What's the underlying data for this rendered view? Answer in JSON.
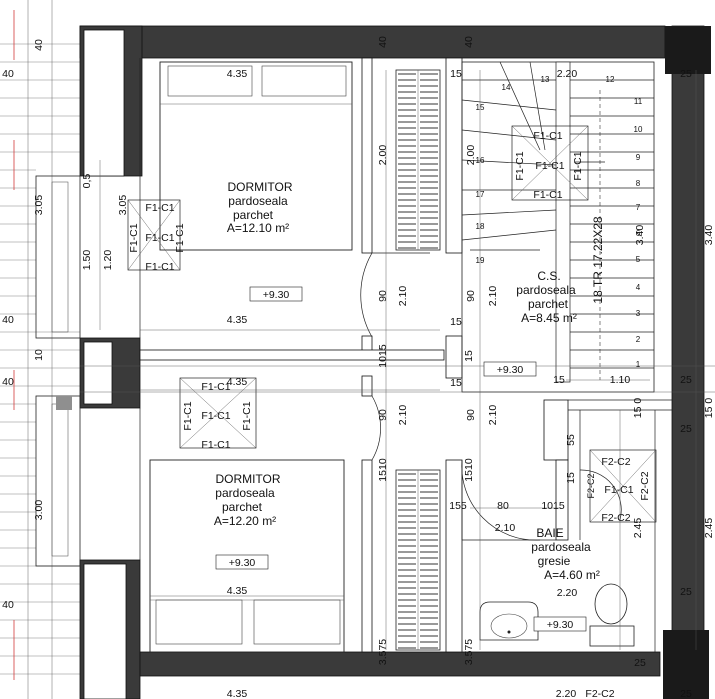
{
  "rooms": {
    "top_bedroom": {
      "name": "DORMITOR",
      "floor": "pardoseala",
      "finish": "parchet",
      "area": "A=12.10 m²",
      "level": "+9.30"
    },
    "bottom_bedroom": {
      "name": "DORMITOR",
      "floor": "pardoseala",
      "finish": "parchet",
      "area": "A=12.20 m²",
      "level": "+9.30"
    },
    "stairwell": {
      "name": "C.S.",
      "floor": "pardoseala",
      "finish": "parchet",
      "area": "A=8.45 m²",
      "level": "+9.30",
      "stair_code": "18 TR 17.22X28"
    },
    "bathroom": {
      "name": "BAIE",
      "floor": "pardoseala",
      "finish": "gresie",
      "area": "A=4.60 m²",
      "level": "+9.30"
    }
  },
  "fixtures": {
    "f1c1": "F1-C1",
    "f2c2": "F2-C2"
  },
  "dims": {
    "d4_35": "4.35",
    "d2_00": "2.00",
    "d2_10": "2.10",
    "d90": "90",
    "d15": "15",
    "d40": "40",
    "d1_50": "1.50",
    "d1_20": "1.20",
    "d3_05": "3.05",
    "d3_00": "3.00",
    "d2_20": "2.20",
    "d3_40": "3.40",
    "d1_10": "1.10",
    "d25": "25",
    "d55": "55",
    "d80": "80",
    "d2_45": "2.45",
    "d10": "10",
    "d1015": "1015",
    "d1510": "1510",
    "d155": "155",
    "d0_5": "0,5",
    "d15_0": "15 0",
    "d3_575": "3.575",
    "d2_10b": "2.10"
  },
  "stair_steps": [
    "1",
    "2",
    "3",
    "4",
    "5",
    "6",
    "7",
    "8",
    "9",
    "10",
    "11",
    "12",
    "13",
    "14",
    "15",
    "16",
    "17",
    "18",
    "19"
  ]
}
